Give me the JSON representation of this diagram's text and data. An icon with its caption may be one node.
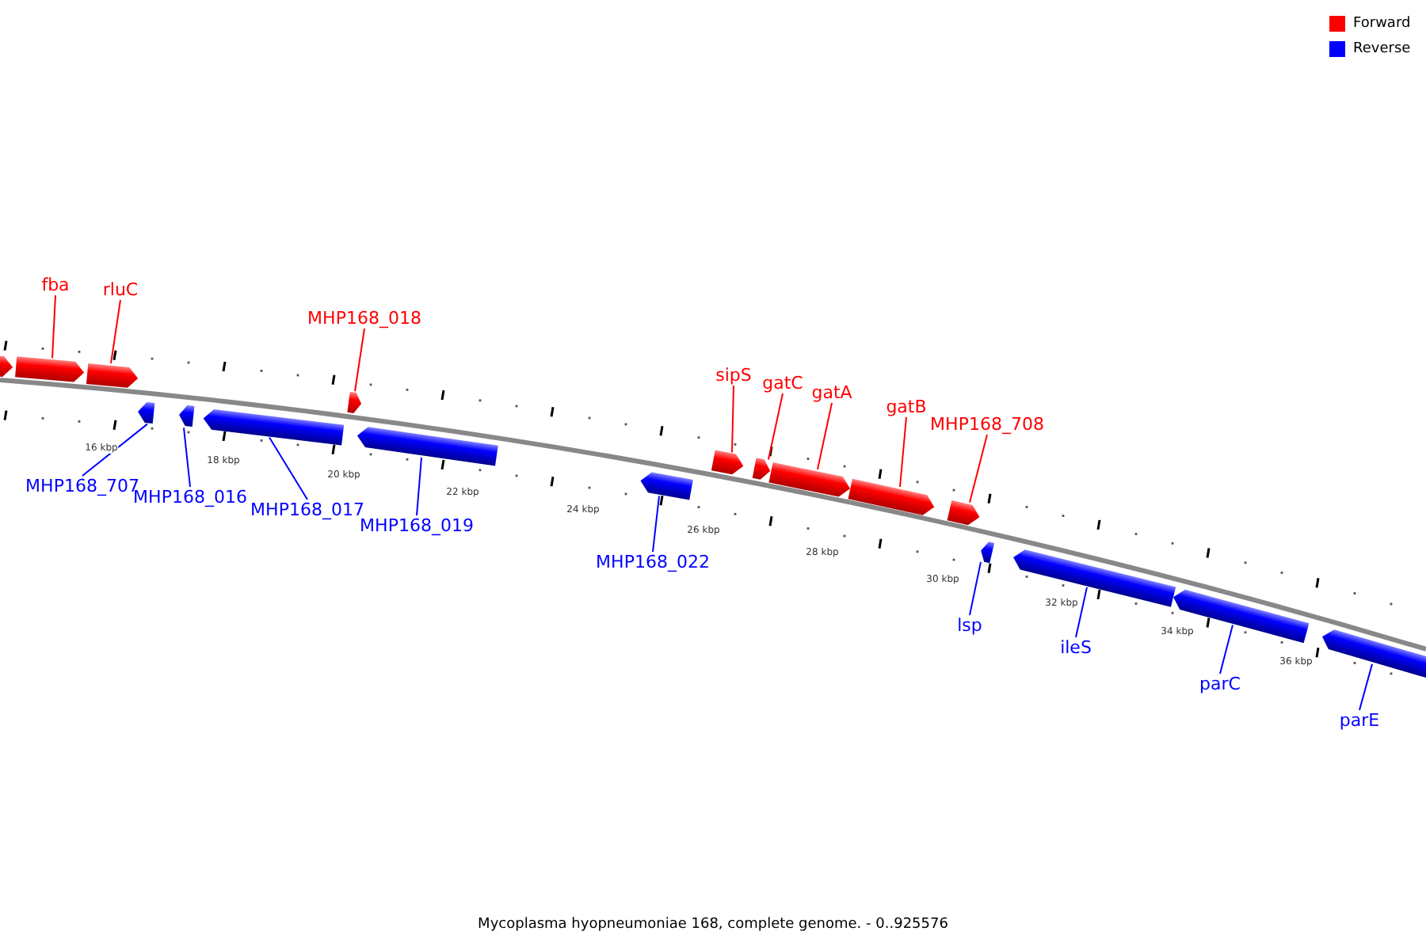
{
  "diagram": {
    "caption": "Mycoplasma hyopneumoniae 168, complete genome. - 0..925576",
    "nodes": [
      {
        "text": [
          "fba"
        ]
      },
      {
        "text": [
          "rluC"
        ]
      },
      {
        "text": [
          "MHP168_018"
        ]
      },
      {
        "text": [
          "MHP168_707"
        ]
      },
      {
        "text": [
          "MHP168_016"
        ]
      },
      {
        "text": [
          "MHP168_017"
        ]
      },
      {
        "text": [
          "MHP168_019"
        ]
      },
      {
        "text": [
          "MHP168_022"
        ]
      },
      {
        "text": [
          "sipS"
        ]
      },
      {
        "text": [
          "gatC"
        ]
      },
      {
        "text": [
          "gatA"
        ]
      },
      {
        "text": [
          "gatB"
        ]
      },
      {
        "text": [
          "MHP168_708"
        ]
      },
      {
        "text": [
          "lsp"
        ]
      },
      {
        "text": [
          "ileS"
        ]
      },
      {
        "text": [
          "parC"
        ]
      },
      {
        "text": [
          "parE"
        ]
      },
      {
        "text": [],
        "shape": "arrow"
      },
      {
        "text": [],
        "shape": "arrow"
      },
      {
        "text": [],
        "shape": "arrow"
      },
      {
        "text": [],
        "shape": "arrow"
      },
      {
        "text": [],
        "shape": "arrow"
      },
      {
        "text": [],
        "shape": "arrow"
      },
      {
        "text": [],
        "shape": "arrow"
      },
      {
        "text": [],
        "shape": "arrow"
      },
      {
        "text": [],
        "shape": "arrow"
      },
      {
        "text": [],
        "shape": "arrow"
      },
      {
        "text": [],
        "shape": "arrow"
      },
      {
        "text": [],
        "shape": "arrow"
      },
      {
        "text": [],
        "shape": "arrow"
      },
      {
        "text": [],
        "shape": "arrow"
      },
      {
        "text": [],
        "shape": "arrow"
      },
      {
        "text": [],
        "shape": "arrow"
      },
      {
        "text": [],
        "shape": "arrow"
      },
      {
        "text": [],
        "shape": "arrow"
      }
    ],
    "edges": [
      {
        "from": 0,
        "to": 18,
        "arrow": "none",
        "color": "#ff0000"
      },
      {
        "from": 1,
        "to": 19,
        "arrow": "none",
        "color": "#ff0000"
      },
      {
        "from": 2,
        "to": 23,
        "arrow": "none",
        "color": "#ff0000"
      },
      {
        "from": 3,
        "to": 20,
        "arrow": "none",
        "color": "#0000ff"
      },
      {
        "from": 4,
        "to": 21,
        "arrow": "none",
        "color": "#0000ff"
      },
      {
        "from": 5,
        "to": 22,
        "arrow": "none",
        "color": "#0000ff"
      },
      {
        "from": 6,
        "to": 24,
        "arrow": "none",
        "color": "#0000ff"
      },
      {
        "from": 7,
        "to": 25,
        "arrow": "none",
        "color": "#0000ff"
      },
      {
        "from": 8,
        "to": 26,
        "arrow": "none",
        "color": "#ff0000"
      },
      {
        "from": 9,
        "to": 27,
        "arrow": "none",
        "color": "#ff0000"
      },
      {
        "from": 10,
        "to": 28,
        "arrow": "none",
        "color": "#ff0000"
      },
      {
        "from": 11,
        "to": 29,
        "arrow": "none",
        "color": "#ff0000"
      },
      {
        "from": 12,
        "to": 30,
        "arrow": "none",
        "color": "#ff0000"
      },
      {
        "from": 13,
        "to": 31,
        "arrow": "none",
        "color": "#0000ff"
      },
      {
        "from": 14,
        "to": 32,
        "arrow": "none",
        "color": "#0000ff"
      },
      {
        "from": 15,
        "to": 33,
        "arrow": "none",
        "color": "#0000ff"
      },
      {
        "from": 16,
        "to": 34,
        "arrow": "none",
        "color": "#0000ff"
      }
    ],
    "labels": [
      "16 kbp",
      "18 kbp",
      "20 kbp",
      "22 kbp",
      "24 kbp",
      "26 kbp",
      "28 kbp",
      "30 kbp",
      "32 kbp",
      "34 kbp",
      "36 kbp"
    ],
    "legend": [
      {
        "text": "Forward",
        "color": "#ff0000"
      },
      {
        "text": "Reverse",
        "color": "#0000ff"
      }
    ]
  }
}
